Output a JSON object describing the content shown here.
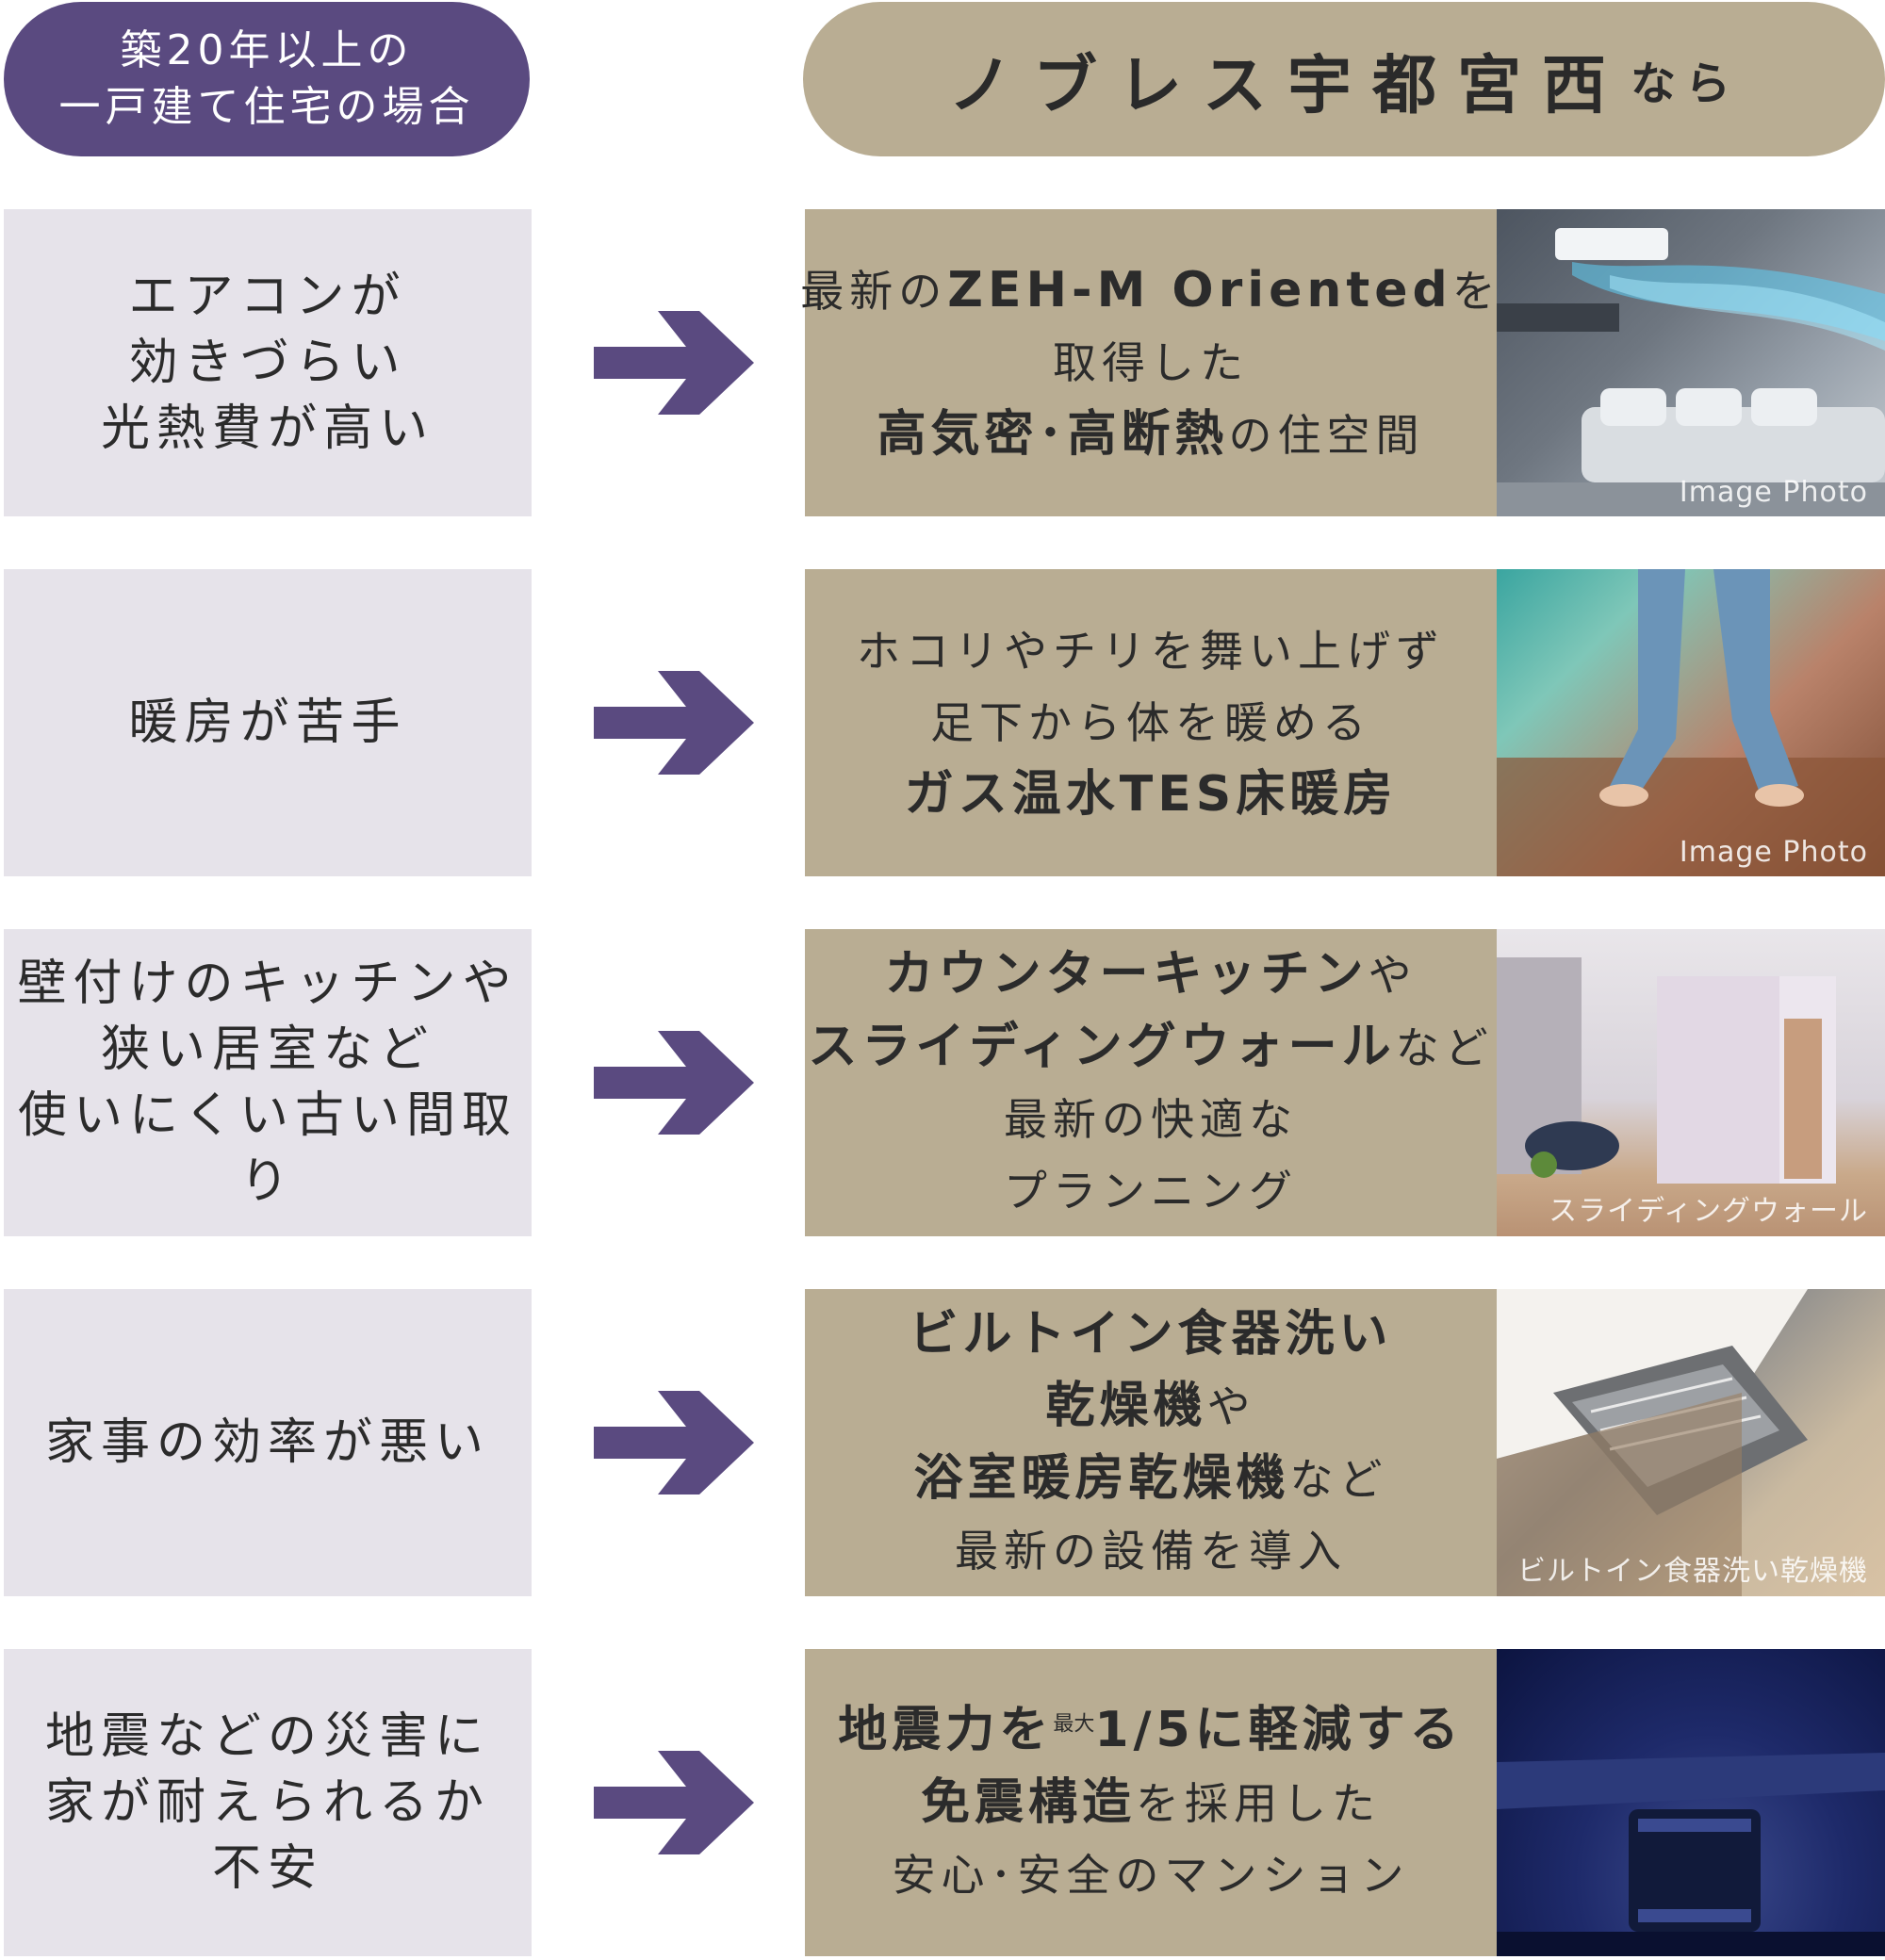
{
  "header": {
    "left_line1": "築20年以上の",
    "left_line2": "一戸建て住宅の場合",
    "right_main": "ノブレス宇都宮西",
    "right_suffix": "なら"
  },
  "rows": [
    {
      "problem": [
        "エアコンが",
        "効きづらい",
        "光熱費が高い"
      ],
      "solution": {
        "line1_prefix": "最新の",
        "line1_bold": "ZEH-M Oriented",
        "line1_suffix": "を",
        "line2": "取得した",
        "line3_bold": "高気密･高断熱",
        "line3_suffix": "の住空間"
      },
      "caption": "Image Photo"
    },
    {
      "problem": [
        "暖房が苦手"
      ],
      "solution": {
        "line1": "ホコリやチリを舞い上げず",
        "line2": "足下から体を暖める",
        "line3_bold": "ガス温水TES床暖房"
      },
      "caption": "Image Photo"
    },
    {
      "problem": [
        "壁付けのキッチンや",
        "狭い居室など",
        "使いにくい古い間取り"
      ],
      "solution": {
        "line1_bold": "カウンターキッチン",
        "line1_suffix": "や",
        "line2_bold": "スライディングウォール",
        "line2_suffix": "など",
        "line3": "最新の快適な",
        "line4": "プランニング"
      },
      "caption": "スライディングウォール"
    },
    {
      "problem": [
        "家事の効率が悪い"
      ],
      "solution": {
        "line1_bold": "ビルトイン食器洗い",
        "line2_bold": "乾燥機",
        "line2_suffix": "や",
        "line3_bold": "浴室暖房乾燥機",
        "line3_suffix": "など",
        "line4": "最新の設備を導入"
      },
      "caption": "ビルトイン食器洗い乾燥機"
    },
    {
      "problem": [
        "地震などの災害に",
        "家が耐えられるか",
        "不安"
      ],
      "solution": {
        "line1_bold_a": "地震力を",
        "line1_tiny": "最大",
        "line1_bold_b": "1/5に軽減する",
        "line2_bold": "免震構造",
        "line2_suffix": "を採用した",
        "line3": "安心･安全のマンション"
      },
      "caption": ""
    }
  ],
  "colors": {
    "purple": "#5a4a80",
    "beige": "#b9ad93",
    "problem_bg": "#e6e3ea"
  },
  "icons": {
    "arrow": "arrow-right-icon"
  }
}
